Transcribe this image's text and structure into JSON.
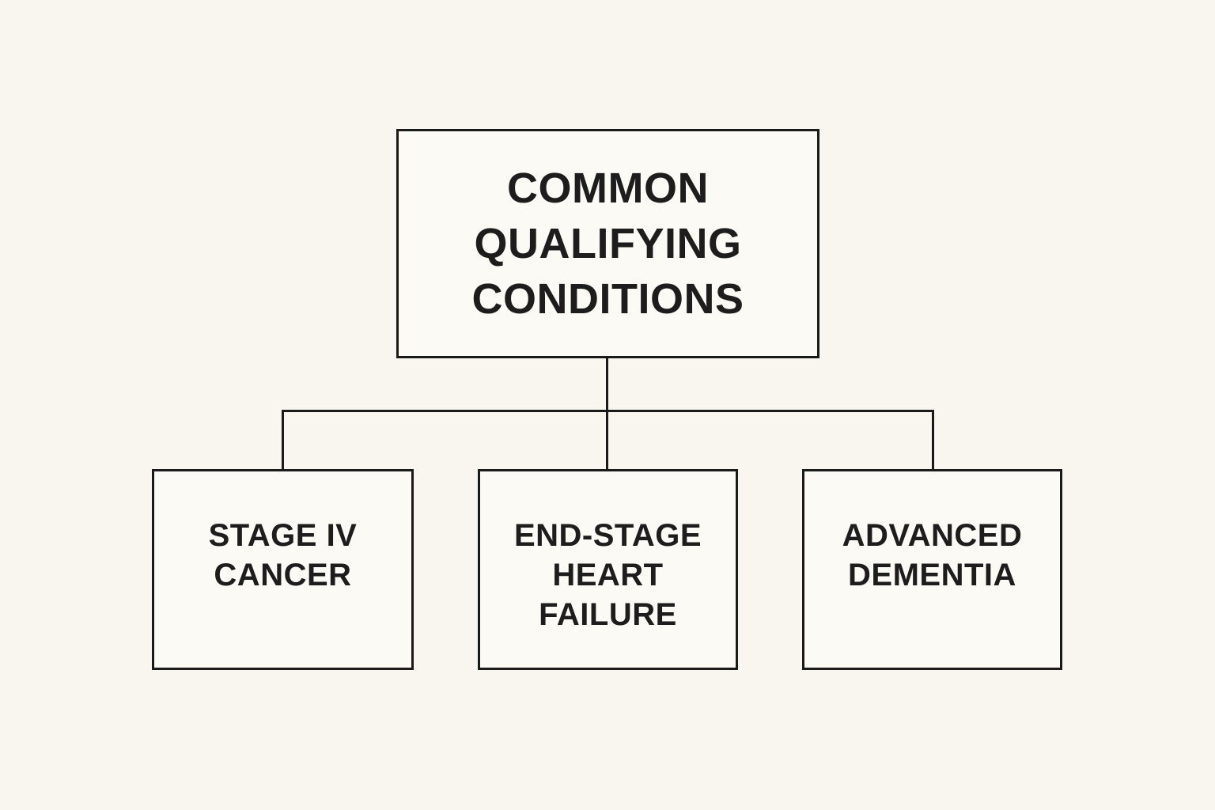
{
  "diagram": {
    "type": "flowchart",
    "root": {
      "label": "COMMON\nQUALIFYING\nCONDITIONS"
    },
    "children": [
      {
        "label": "STAGE IV\nCANCER"
      },
      {
        "label": "END-STAGE\nHEART\nFAILURE"
      },
      {
        "label": "ADVANCED\nDEMENTIA"
      }
    ],
    "colors": {
      "page_background": "#f8f6ef",
      "box_fill": "#fbfaf5",
      "line": "#1a1a1a",
      "text": "#1d1d1d"
    }
  }
}
